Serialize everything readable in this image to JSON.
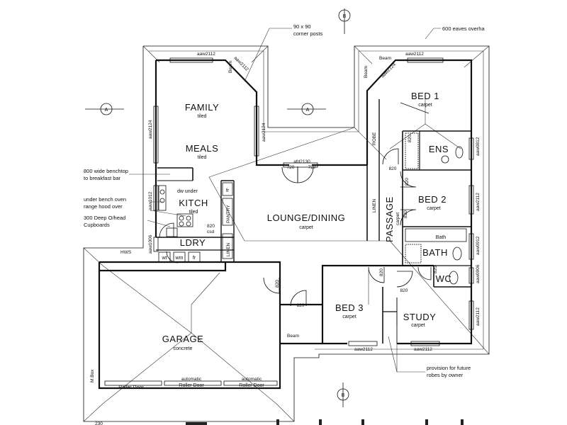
{
  "rooms": {
    "family": "FAMILY",
    "family_sub": "tiled",
    "meals": "MEALS",
    "meals_sub": "tiled",
    "kitchen": "KITCH",
    "kitchen_sub": "tiled",
    "lounge": "LOUNGE/DINING",
    "lounge_sub": "carpet",
    "bed1": "BED 1",
    "bed1_sub": "carpet",
    "ens": "ENS",
    "bed2": "BED 2",
    "bed2_sub": "carpet",
    "passage": "PASSAGE",
    "passage_sub": "carpet",
    "bath": "BATH",
    "bath_fixture": "Bath",
    "wc": "WC",
    "bed3": "BED 3",
    "bed3_sub": "carpet",
    "study": "STUDY",
    "study_sub": "carpet",
    "garage": "GARAGE",
    "garage_sub": "concrete",
    "ldry": "LDRY",
    "linen1": "LINEN",
    "linen2": "LINEN",
    "robe": "ROBE",
    "pantry": "PANTRY"
  },
  "fixtures": {
    "fr": "fr",
    "fr2": "fr",
    "wt": "wt",
    "wm": "wm",
    "csd": "csd",
    "dw": "dw under",
    "hws": "HWS",
    "mbox": "M.Box",
    "roller1": "Roller Door",
    "roller2_a": "automatic",
    "roller2_b": "Roller Door",
    "roller3_a": "automatic",
    "roller3_b": "Roller Door",
    "beam1": "Beam",
    "beam2": "Beam",
    "beam3": "Beam",
    "beam4": "Beam"
  },
  "windows": {
    "w1": "aaw2112",
    "w2": "aaw2112",
    "w3": "aaw2124",
    "w4": "aaw2124",
    "w5": "afd2130",
    "w6": "aaw0812",
    "w7": "aaw2112",
    "w8": "aaw0912",
    "w9": "aaw0906",
    "w10": "aaw2112",
    "w11": "aaw2112",
    "w12": "aaw2112",
    "w13": "aaw1012",
    "w14": "aaw1006",
    "w15": "aaw2112",
    "w16": "aaw2124"
  },
  "dims": {
    "d720a": "720",
    "d720b": "720",
    "d820a": "820",
    "d820b": "820",
    "d820c": "820",
    "d820d": "820",
    "d820e": "820",
    "d820f": "820",
    "d820g": "820",
    "d820h": "820",
    "d820i": "820",
    "d820j": "820"
  },
  "sections": {
    "a1": "A",
    "a2": "A",
    "b1": "B",
    "b2": "B"
  },
  "notes": {
    "corner_posts_1": "90 x 90",
    "corner_posts_2": "corner posts",
    "eaves": "600 eaves overha",
    "benchtop_1": "800 wide benchtop",
    "benchtop_2": "to breakfast bar",
    "oven_1": "under bench oven",
    "oven_2": "range hood over",
    "cupboards_1": "300 Deep O/head",
    "cupboards_2": "Cupboards",
    "robes_1": "provision for future",
    "robes_2": "robes by owner",
    "corner_num": "230"
  }
}
